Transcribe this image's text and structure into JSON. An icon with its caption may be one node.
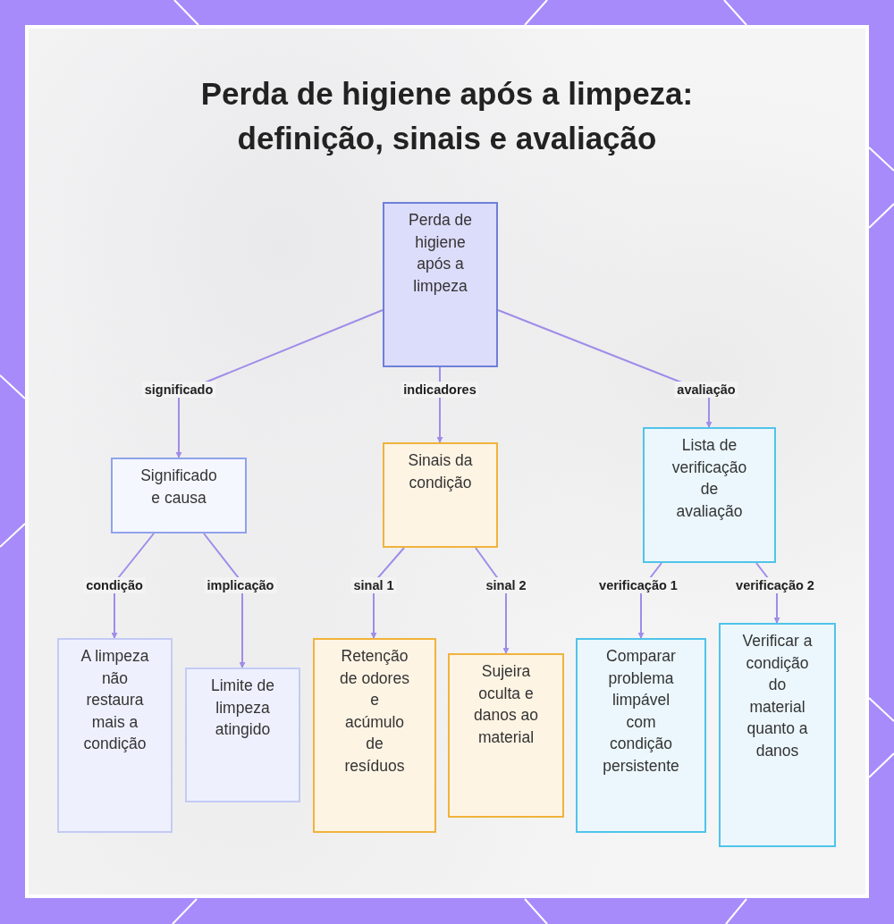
{
  "diagram": {
    "title": "Perda de higiene após a limpeza: definição, sinais e avaliação",
    "nodes": [
      {
        "text": [
          "Perda de higiene após a limpeza"
        ]
      },
      {
        "text": [
          "Significado e causa"
        ]
      },
      {
        "text": [
          "Sinais da condição"
        ]
      },
      {
        "text": [
          "Lista de verificação de avaliação"
        ]
      },
      {
        "text": [
          "A limpeza não restaura mais a condição"
        ]
      },
      {
        "text": [
          "Limite de limpeza atingido"
        ]
      },
      {
        "text": [
          "Retenção de odores e acúmulo de resíduos"
        ]
      },
      {
        "text": [
          "Sujeira oculta e danos ao material"
        ]
      },
      {
        "text": [
          "Comparar problema limpável com condição persistente"
        ]
      },
      {
        "text": [
          "Verificar a condição do material quanto a danos"
        ]
      }
    ],
    "edges": [
      {
        "from": 0,
        "to": 1,
        "arrow": "to",
        "label": "significado"
      },
      {
        "from": 0,
        "to": 2,
        "arrow": "to",
        "label": "indicadores"
      },
      {
        "from": 0,
        "to": 3,
        "arrow": "to",
        "label": "avaliação"
      },
      {
        "from": 1,
        "to": 4,
        "arrow": "to",
        "label": "condição"
      },
      {
        "from": 1,
        "to": 5,
        "arrow": "to",
        "label": "implicação"
      },
      {
        "from": 2,
        "to": 6,
        "arrow": "to",
        "label": "sinal 1"
      },
      {
        "from": 2,
        "to": 7,
        "arrow": "to",
        "label": "sinal 2"
      },
      {
        "from": 3,
        "to": 8,
        "arrow": "to",
        "label": "verificação 1"
      },
      {
        "from": 3,
        "to": 9,
        "arrow": "to",
        "label": "verificação 2"
      }
    ]
  }
}
